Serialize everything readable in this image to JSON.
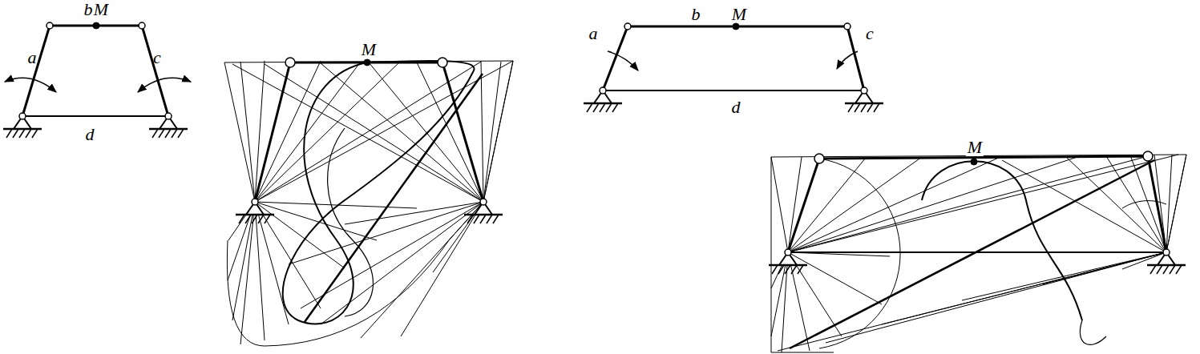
{
  "diagram": {
    "labels": [
      "b",
      "M",
      "a",
      "c",
      "d",
      "M",
      "b",
      "M",
      "a",
      "c",
      "d",
      "M"
    ]
  }
}
